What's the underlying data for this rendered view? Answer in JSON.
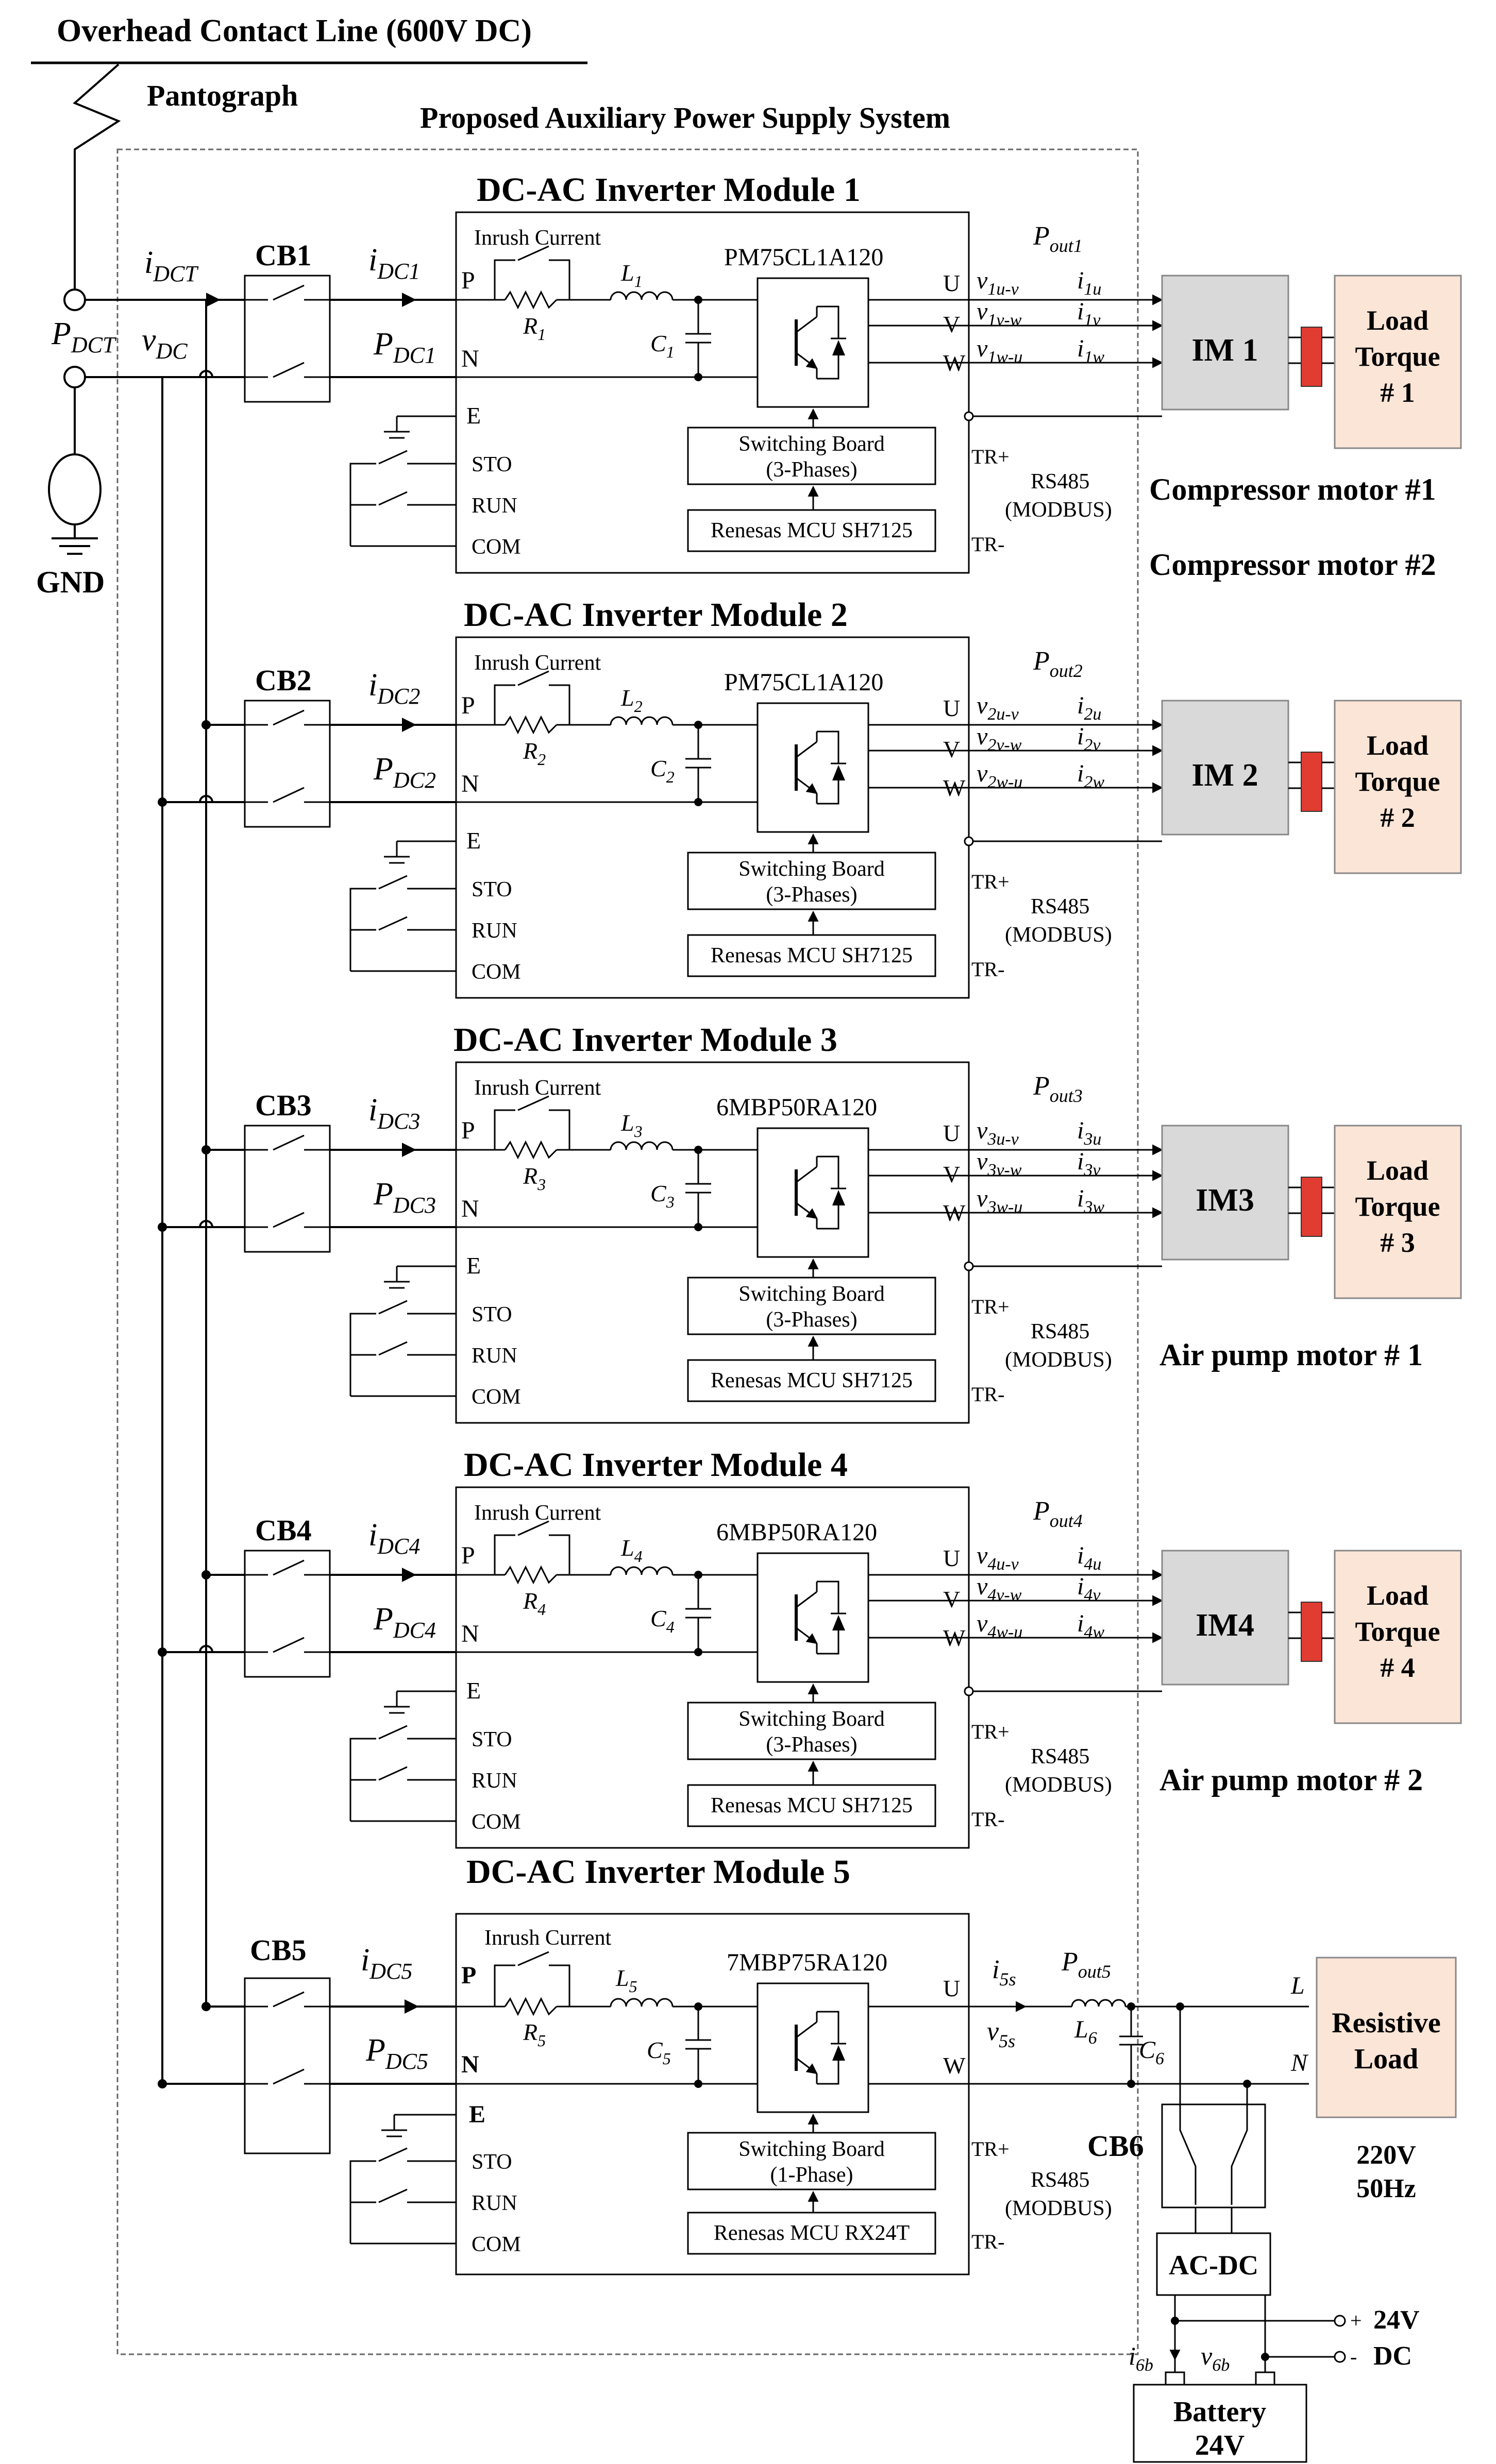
{
  "header": {
    "catenary": "Overhead Contact Line (600V DC)",
    "pantograph": "Pantograph",
    "gnd": "GND",
    "system_title": "Proposed Auxiliary Power Supply System",
    "p_dct": "P",
    "p_dct_sub": "DCT",
    "i_dct": "i",
    "i_dct_sub": "DCT",
    "v_dc": "v",
    "v_dc_sub": "DC"
  },
  "common": {
    "inrush": "Inrush Current",
    "sto": "STO",
    "run": "RUN",
    "com": "COM",
    "tr_plus": "TR+",
    "tr_minus": "TR-",
    "rs485": "RS485",
    "modbus": "(MODBUS)",
    "p": "P",
    "n": "N",
    "e": "E",
    "u": "U",
    "v": "V",
    "w": "W",
    "load": "Load",
    "torque": "Torque"
  },
  "modules": [
    {
      "title": "DC-AC Inverter Module 1",
      "cb": "CB1",
      "n": "1",
      "ipm": "PM75CL1A120",
      "switch": "Switching Board",
      "phase": "(3-Phases)",
      "mcu": "Renesas MCU SH7125",
      "im": "IM 1",
      "torque": "# 1",
      "motor": "Compressor motor #1"
    },
    {
      "title": "DC-AC Inverter Module 2",
      "cb": "CB2",
      "n": "2",
      "ipm": "PM75CL1A120",
      "switch": "Switching Board",
      "phase": "(3-Phases)",
      "mcu": "Renesas MCU SH7125",
      "im": "IM 2",
      "torque": "# 2",
      "motor": "Compressor motor #2"
    },
    {
      "title": "DC-AC Inverter Module 3",
      "cb": "CB3",
      "n": "3",
      "ipm": "6MBP50RA120",
      "switch": "Switching Board",
      "phase": "(3-Phases)",
      "mcu": "Renesas MCU SH7125",
      "im": "IM3",
      "torque": "# 3",
      "motor": "Air pump motor # 1"
    },
    {
      "title": "DC-AC Inverter Module 4",
      "cb": "CB4",
      "n": "4",
      "ipm": "6MBP50RA120",
      "switch": "Switching Board",
      "phase": "(3-Phases)",
      "mcu": "Renesas MCU SH7125",
      "im": "IM4",
      "torque": "# 4",
      "motor": "Air pump motor # 2"
    }
  ],
  "module5": {
    "title": "DC-AC Inverter Module 5",
    "cb": "CB5",
    "n": "5",
    "ipm": "7MBP75RA120",
    "switch": "Switching Board",
    "phase": "(1-Phase)",
    "mcu": "Renesas MCU RX24T",
    "resistive": "Resistive",
    "load": "Load",
    "ac_rating": "220V",
    "freq": "50Hz",
    "l_terminal": "L",
    "n_terminal": "N",
    "l6": "L",
    "l6_sub": "6",
    "c6": "C",
    "c6_sub": "6",
    "i5s": "i",
    "i5s_sub": "5s",
    "v5s": "v",
    "v5s_sub": "5s",
    "pout5": "P",
    "pout5_sub": "out5",
    "cb6": "CB6",
    "acdc": "AC-DC",
    "plus": "+",
    "minus": "-",
    "dc24v": "24V",
    "dc": "DC",
    "i6b": "i",
    "i6b_sub": "6b",
    "v6b": "v",
    "v6b_sub": "6b",
    "battery": "Battery",
    "battery_v": "24V"
  },
  "colors": {
    "load_fill": "#fbe5d6",
    "im_fill": "#d9d9d9",
    "coupling": "#e03c31",
    "line": "#000000"
  }
}
